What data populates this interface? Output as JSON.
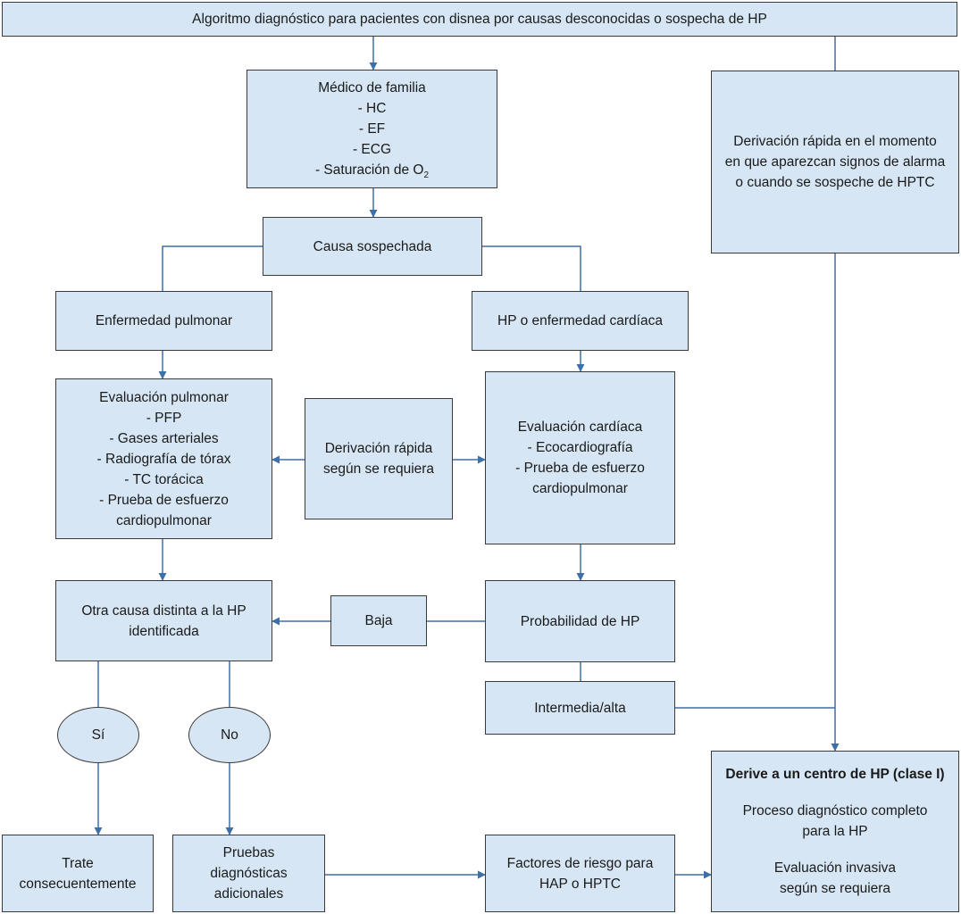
{
  "title": "Algoritmo diagnóstico para pacientes con disnea por causas desconocidas o sospecha de HP",
  "medico": {
    "heading": "Médico de familia",
    "items": [
      "- HC",
      "- EF",
      "- ECG",
      "- Saturación de O",
      "2"
    ]
  },
  "derivacion_alarma": [
    "Derivación rápida en el momento",
    "en que aparezcan signos de alarma",
    "o cuando se sospeche de HPTC"
  ],
  "causa": "Causa sospechada",
  "pulmonar": "Enfermedad pulmonar",
  "cardiaca": "HP o enfermedad cardíaca",
  "eval_pulmonar": [
    "Evaluación pulmonar",
    "- PFP",
    "- Gases arteriales",
    "- Radiografía de tórax",
    "- TC torácica",
    "- Prueba de esfuerzo",
    "cardiopulmonar"
  ],
  "derivacion_rapida": [
    "Derivación rápida",
    "según se requiera"
  ],
  "eval_cardiaca": [
    "Evaluación cardíaca",
    "- Ecocardiografía",
    "- Prueba de esfuerzo",
    "cardiopulmonar"
  ],
  "otra_causa": [
    "Otra causa distinta a la HP",
    "identificada"
  ],
  "baja": "Baja",
  "probabilidad": "Probabilidad de HP",
  "intermedia": "Intermedia/alta",
  "si": "Sí",
  "no": "No",
  "trate": [
    "Trate",
    "consecuentemente"
  ],
  "pruebas": [
    "Pruebas",
    "diagnósticas",
    "adicionales"
  ],
  "factores": [
    "Factores de riesgo para",
    "HAP o HPTC"
  ],
  "centro": {
    "heading": "Derive a un centro de HP (clase I)",
    "lines1": [
      "Proceso diagnóstico completo",
      "para la HP"
    ],
    "lines2": [
      "Evaluación invasiva",
      "según se requiera"
    ]
  },
  "colors": {
    "box_fill": "#d6e6f4",
    "box_border": "#3a3a3a",
    "connector": "#3d6fa8"
  }
}
